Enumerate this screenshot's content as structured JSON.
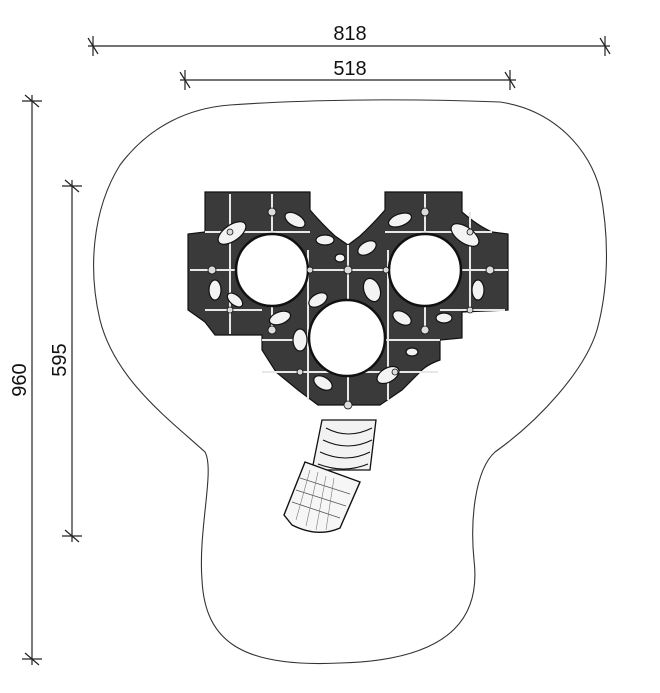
{
  "dimensions": {
    "overall_width": "818",
    "inner_width": "518",
    "overall_height": "960",
    "inner_height": "595"
  },
  "colors": {
    "line": "#222222",
    "structure": "#3a3a3a",
    "background": "#ffffff"
  }
}
